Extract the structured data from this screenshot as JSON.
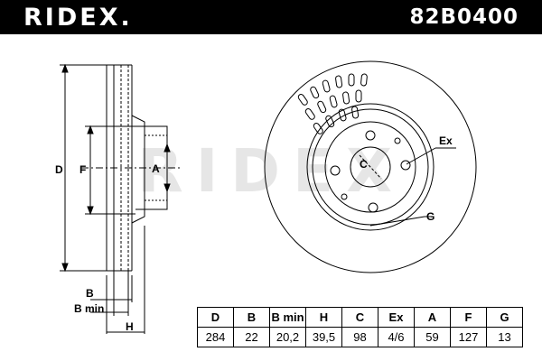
{
  "header": {
    "brand": "RIDEX.",
    "part_number": "82B0400"
  },
  "watermark": "RIDEX",
  "dimension_labels": {
    "d": "D",
    "f": "F",
    "a": "A",
    "b": "B",
    "b_min": "B min",
    "h": "H",
    "c": "C",
    "ex": "Ex",
    "g": "G"
  },
  "spec_table": {
    "headers": [
      "D",
      "B",
      "B min",
      "H",
      "C",
      "Ex",
      "A",
      "F",
      "G"
    ],
    "values": [
      "284",
      "22",
      "20,2",
      "39,5",
      "98",
      "4/6",
      "59",
      "127",
      "13"
    ]
  },
  "colors": {
    "header_bg": "#000000",
    "header_text": "#ffffff",
    "line": "#000000",
    "watermark": "#e8e8e8"
  }
}
